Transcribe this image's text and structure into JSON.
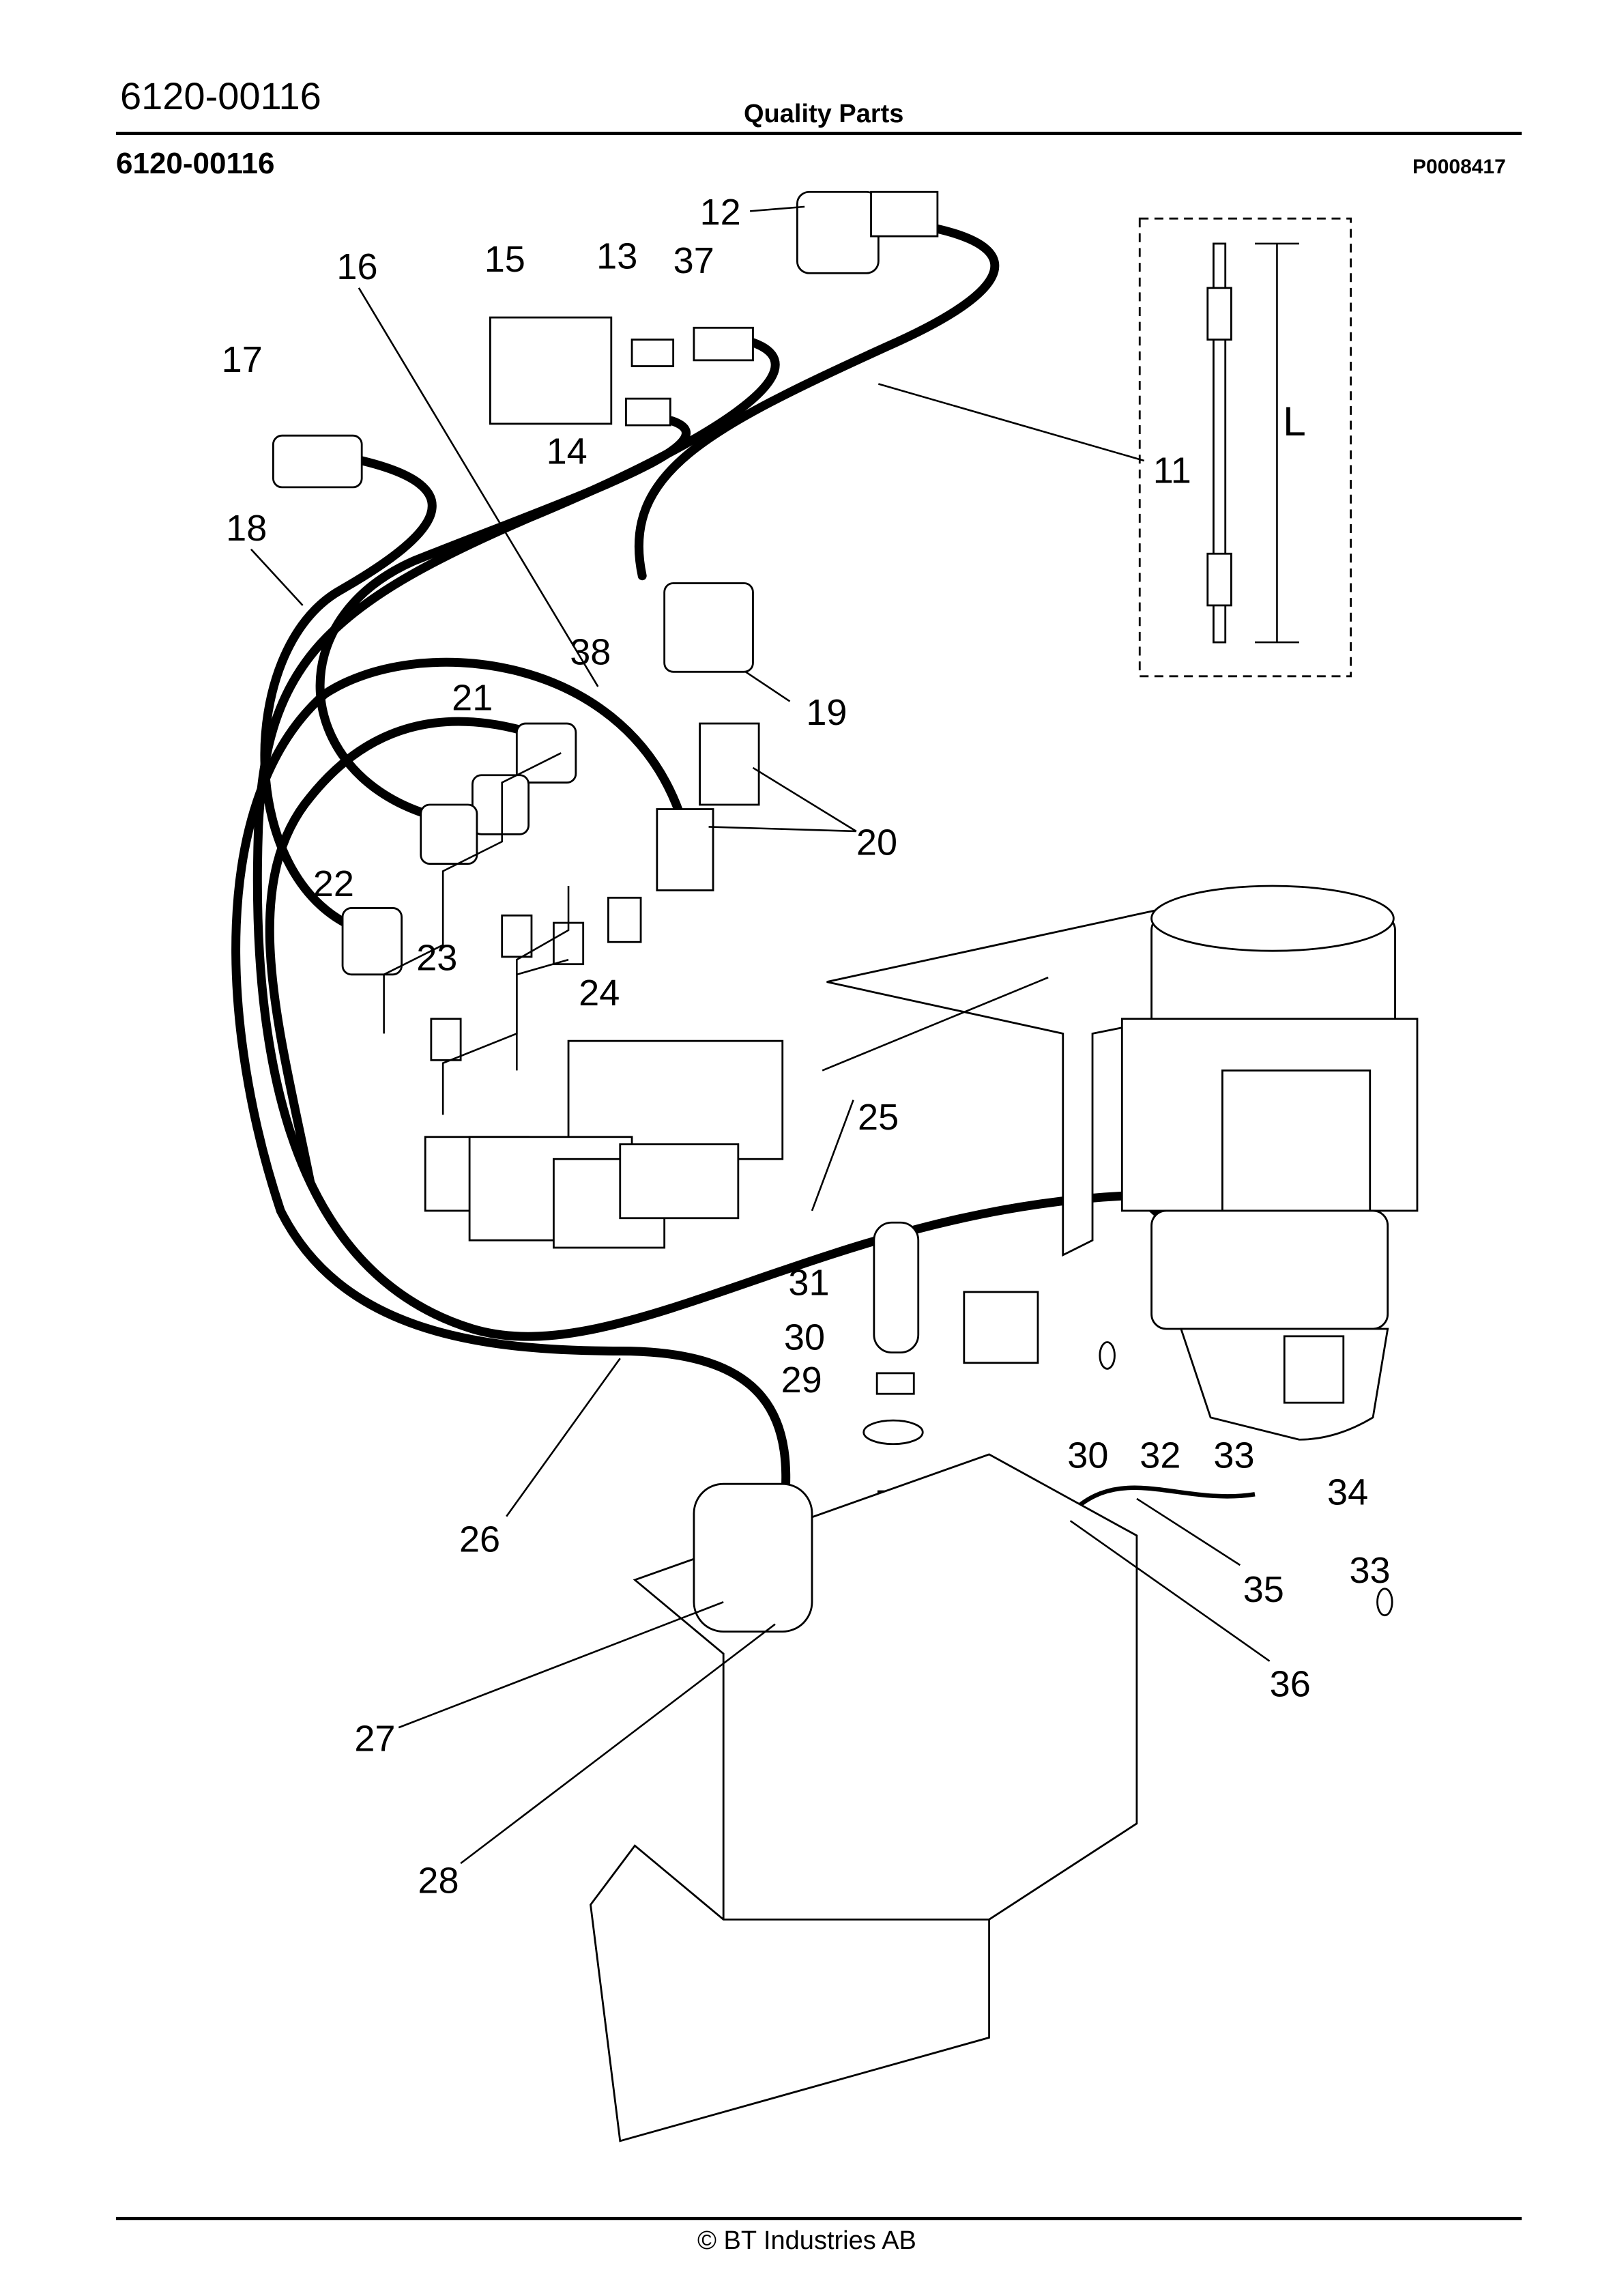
{
  "header": {
    "document_number": "6120-00116",
    "brand": "Quality Parts"
  },
  "subheader": {
    "part_number": "6120-00116",
    "picture_id": "P0008417"
  },
  "footer": {
    "copyright": "© BT Industries AB"
  },
  "drawing": {
    "dimension_label": "L",
    "callouts": [
      "12",
      "16",
      "15",
      "13",
      "37",
      "17",
      "14",
      "11",
      "18",
      "38",
      "21",
      "19",
      "20",
      "22",
      "23",
      "24",
      "25",
      "31",
      "30",
      "29",
      "30",
      "32",
      "33",
      "34",
      "33",
      "26",
      "35",
      "36",
      "27",
      "28"
    ]
  }
}
